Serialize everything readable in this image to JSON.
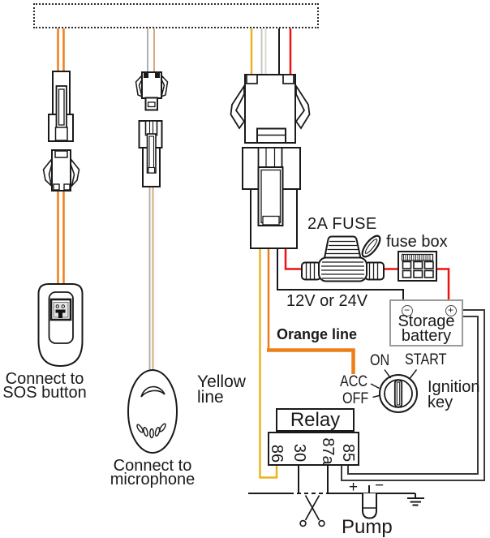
{
  "colors": {
    "orange": "#ee7e17",
    "yellow": "#eab322",
    "red": "#ee1111",
    "gray": "#b0b0b0",
    "tan": "#d4aa7e",
    "light1": "#c6c6c6",
    "light2": "#ddd8cf",
    "black": "#1a1a1a",
    "wire_dark": "#3a3a3a"
  },
  "labels": {
    "sos_line1": "Connect to",
    "sos_line2": "SOS button",
    "mic_line1": "Connect to",
    "mic_line2": "microphone",
    "fuse": "2A FUSE",
    "fuse_box": "fuse box",
    "voltage": "12V or 24V",
    "orange_line": "Orange line",
    "yellow_line1": "Yellow",
    "yellow_line2": "line",
    "battery_line1": "Storage",
    "battery_line2": "battery",
    "battery_minus": "−",
    "battery_plus": "+",
    "ign_on": "ON",
    "ign_start": "START",
    "ign_acc": "ACC",
    "ign_off": "OFF",
    "ign_line1": "Ignition",
    "ign_line2": "key",
    "relay": "Relay",
    "pin_86": "86",
    "pin_30": "30",
    "pin_87a": "87a",
    "pin_85": "85",
    "pump": "Pump",
    "pump_plus": "+",
    "pump_minus": "−"
  }
}
